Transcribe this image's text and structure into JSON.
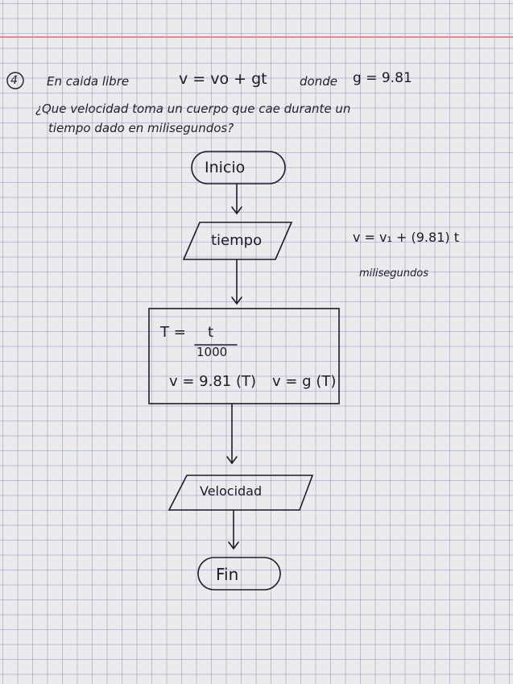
{
  "problem": {
    "number": "4",
    "intro": "En caida libre",
    "formula": "v = vo + gt",
    "where_word": "donde",
    "g_value": "g = 9.81",
    "question_line1": "¿Que velocidad toma un cuerpo que cae durante un",
    "question_line2": "tiempo dado en milisegundos?"
  },
  "flowchart": {
    "start": "Inicio",
    "input": "tiempo",
    "process": {
      "T_lhs": "T =",
      "numerator": "t",
      "denominator": "1000",
      "line2_a": "v = 9.81 (T)",
      "line2_b": "v = g (T)"
    },
    "output": "Velocidad",
    "end": "Fin"
  },
  "side_note": {
    "formula": "v = v₁ + (9.81) t",
    "unit": "milisegundos"
  },
  "colors": {
    "ink": "#1e1e28",
    "grid": "#8c9bc4",
    "margin": "#e08a92",
    "paper": "#eceaed"
  }
}
